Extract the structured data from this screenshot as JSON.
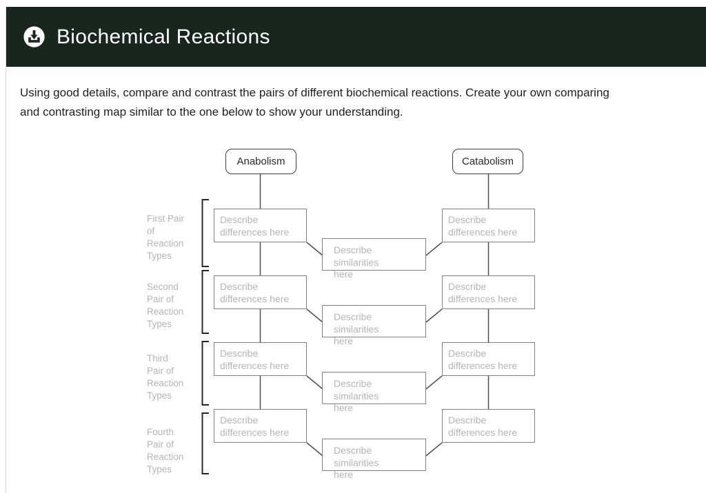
{
  "header": {
    "title": "Biochemical Reactions",
    "icon": "download-icon"
  },
  "instructions": {
    "text": "Using good details, compare and contrast the pairs of different biochemical reactions. Create your own comparing\nand contrasting map similar to the one below to show your understanding."
  },
  "diagram": {
    "left_node": "Anabolism",
    "right_node": "Catabolism",
    "differences_placeholder": "Describe\ndifferences here",
    "similarities_placeholder": "Describe similarities\nhere",
    "pairs": [
      {
        "label": "First Pair\nof\nReaction\nTypes"
      },
      {
        "label": "Second\nPair  of\nReaction\nTypes"
      },
      {
        "label": "Third\nPair  of\nReaction\nTypes"
      },
      {
        "label": "Fourth\nPair  of\nReaction\nTypes"
      }
    ],
    "colors": {
      "header_bg": "#18261f",
      "header_text": "#ffffff",
      "body_text": "#1f1f1f",
      "box_border": "#7f7f7f",
      "node_border": "#3d3d3d",
      "placeholder_text": "#b5b5b5",
      "connector_line": "#4d4d4d",
      "bracket": "#262626",
      "card_border": "#d9d9d9"
    }
  }
}
